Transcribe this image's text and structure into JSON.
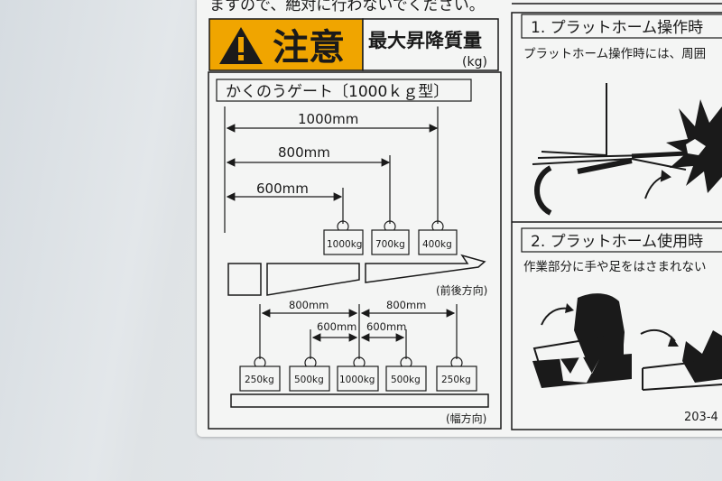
{
  "top_text": "ますので、絶対に行わないでください。",
  "caution": {
    "word": "注意",
    "title": "最大昇降質量",
    "unit": "(kg)"
  },
  "gate": {
    "title": "かくのうゲート〔1000ｋｇ型〕",
    "fore_aft": {
      "distances": [
        "1000mm",
        "800mm",
        "600mm"
      ],
      "weights": [
        "1000kg",
        "700kg",
        "400kg"
      ],
      "direction": "(前後方向)"
    },
    "lateral": {
      "distances_outer": [
        "800mm",
        "800mm"
      ],
      "distances_inner": [
        "600mm",
        "600mm"
      ],
      "weights": [
        "250kg",
        "500kg",
        "1000kg",
        "500kg",
        "250kg"
      ],
      "direction": "(幅方向)"
    }
  },
  "right_panel": {
    "step1_title": "1. プラットホーム操作時",
    "step1_text": "プラットホーム操作時には、周囲",
    "step2_title": "2. プラットホーム使用時",
    "step2_text": "作業部分に手や足をはさまれない",
    "code": "203-4"
  },
  "colors": {
    "caution_yellow": "#f0a500",
    "ink": "#1a1a1a",
    "label_bg": "#f4f5f4",
    "wall": "#e2e6e9"
  }
}
